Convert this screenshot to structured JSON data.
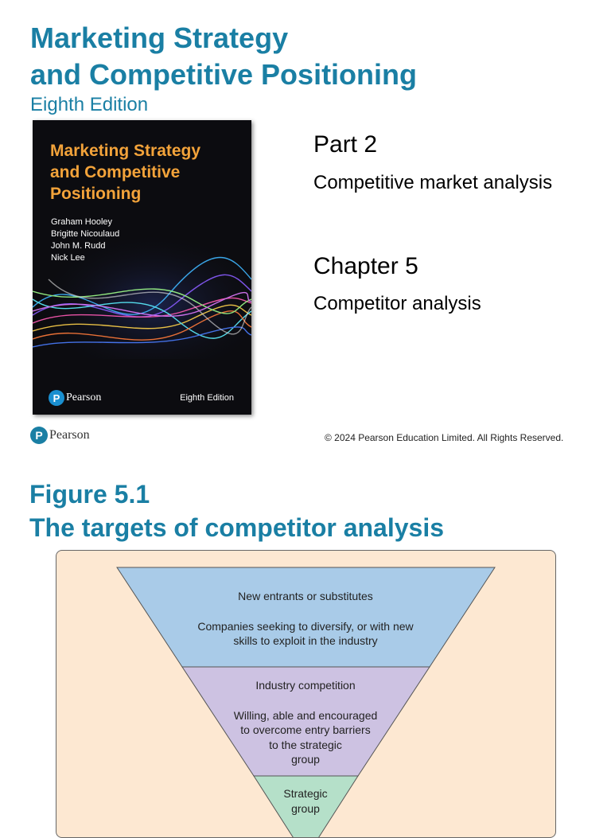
{
  "slide1": {
    "title_line1": "Marketing Strategy",
    "title_line2": "and Competitive Positioning",
    "edition": "Eighth Edition",
    "cover": {
      "title_lines": [
        "Marketing Strategy",
        "and Competitive",
        "Positioning"
      ],
      "authors": [
        "Graham Hooley",
        "Brigitte Nicoulaud",
        "John M. Rudd",
        "Nick Lee"
      ],
      "publisher": "Pearson",
      "edition": "Eighth Edition"
    },
    "part_label": "Part 2",
    "part_title": "Competitive market analysis",
    "chapter_label": "Chapter 5",
    "chapter_title": "Competitor analysis",
    "footer": {
      "publisher": "Pearson",
      "copyright": "© 2024 Pearson Education Limited. All Rights Reserved."
    }
  },
  "slide2": {
    "title_line1": "Figure 5.1",
    "title_line2": "The targets of competitor analysis",
    "funnel": {
      "level1": {
        "heading": "New entrants or substitutes",
        "body_lines": [
          "Companies seeking to diversify, or with new",
          "skills to exploit in the industry"
        ]
      },
      "level2": {
        "heading": "Industry competition",
        "body_lines": [
          "Willing, able and encouraged",
          "to overcome entry barriers",
          "to the strategic",
          "group"
        ]
      },
      "level3": {
        "heading_lines": [
          "Strategic",
          "group"
        ]
      }
    }
  },
  "colors": {
    "accent": "#1a7fa4",
    "cover_title": "#f3a33a",
    "diagram_bg": "#fde8d2",
    "level1_fill": "#a9cbe8",
    "level2_fill": "#cdc2e2",
    "level3_fill": "#b5e0c9"
  }
}
